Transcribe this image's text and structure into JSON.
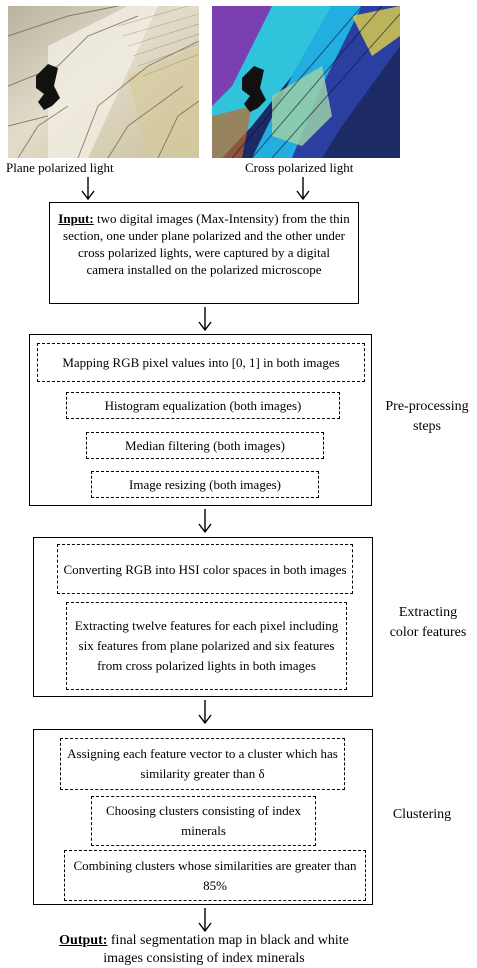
{
  "images": {
    "plane_caption": "Plane polarized light",
    "cross_caption": "Cross polarized light"
  },
  "input": {
    "label": "Input:",
    "text": " two digital images (Max-Intensity) from the thin section, one under plane polarized and the other under cross polarized lights, were captured by a digital camera installed on the polarized microscope"
  },
  "preprocessing": {
    "side_label": "Pre-processing steps",
    "steps": [
      "Mapping RGB pixel values into [0, 1] in both images",
      "Histogram equalization (both images)",
      "Median filtering (both images)",
      "Image resizing (both images)"
    ]
  },
  "features": {
    "side_label": "Extracting color features",
    "steps": [
      "Converting RGB into HSI color spaces in both images",
      "Extracting twelve features for each pixel including six features from plane polarized and six features from cross polarized lights in both images"
    ]
  },
  "clustering": {
    "side_label": "Clustering",
    "steps": [
      "Assigning each feature vector to a cluster which has similarity greater than δ",
      "Choosing clusters consisting of index minerals",
      "Combining clusters whose similarities are greater than 85%"
    ]
  },
  "output": {
    "label": "Output:",
    "text": " final segmentation map in black and white images consisting of index minerals"
  }
}
